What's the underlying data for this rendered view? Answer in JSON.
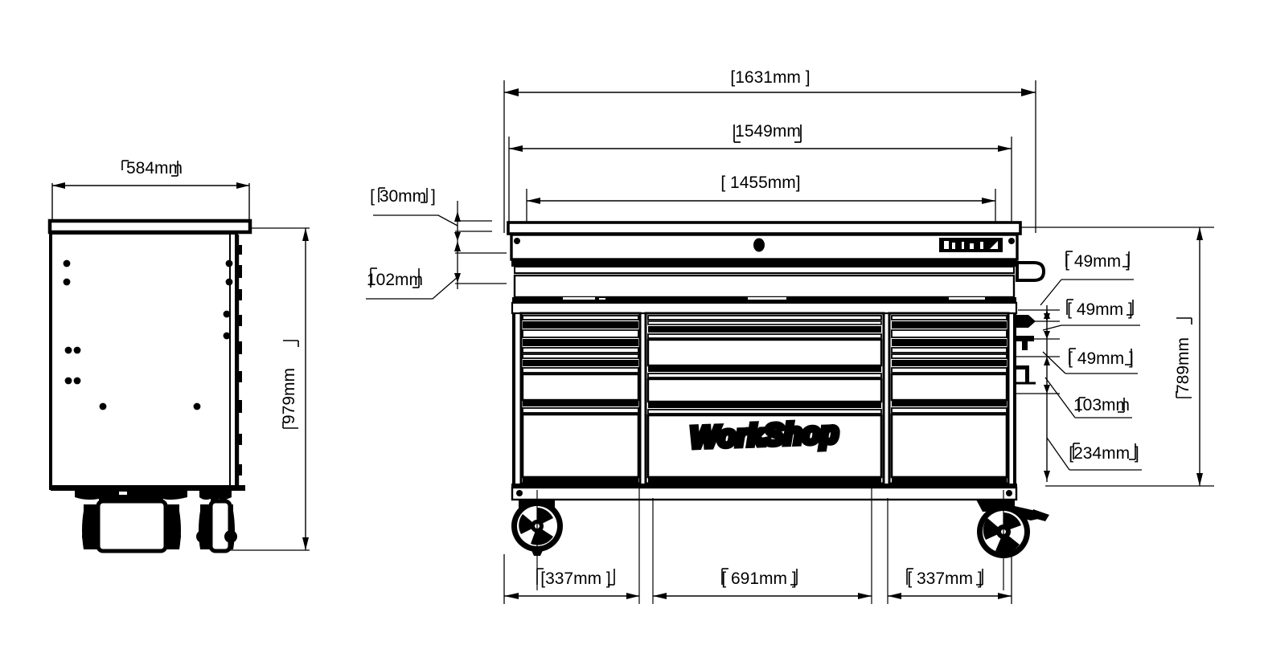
{
  "drawing": {
    "title": "Tool storage cabinet dimensioned drawing",
    "brand_logo": "WorkShop",
    "units": "mm",
    "line_color": "#000000",
    "background": "#ffffff"
  },
  "views": {
    "side": {
      "name": "side-elevation",
      "width_label": "584mm",
      "height_label": "979mm"
    },
    "front": {
      "name": "front-elevation",
      "overall_width_label": "1631mm",
      "body_width_label": "1549mm",
      "drawer_span_label": "1455mm",
      "cabinet_height_label": "789mm"
    }
  },
  "dimensions": {
    "top": [
      {
        "id": "overall-width",
        "label": "[1631mm  ]"
      },
      {
        "id": "body-width",
        "label": "1549mm"
      },
      {
        "id": "drawer-span",
        "label": "[ 1455mm]"
      }
    ],
    "left_callouts": [
      {
        "id": "worktop-thickness",
        "label": "[  30mm  ]"
      },
      {
        "id": "lid-height",
        "label": "102mm"
      }
    ],
    "right_callouts": [
      {
        "id": "drawer-height-1",
        "label": "[  49mm  ]"
      },
      {
        "id": "drawer-height-2",
        "label": "[  49mm ]"
      },
      {
        "id": "drawer-height-3",
        "label": "[  49mm ]"
      },
      {
        "id": "drawer-height-4",
        "label": "103mm"
      },
      {
        "id": "drawer-height-5",
        "label": "[234mm ]"
      }
    ],
    "right_overall": {
      "id": "cabinet-height",
      "label": "789mm"
    },
    "side_view": {
      "width": {
        "id": "side-width",
        "label": "584mm"
      },
      "height": {
        "id": "side-height",
        "label": "979mm"
      }
    },
    "bottom": [
      {
        "id": "left-bank-width",
        "label": "[337mm   ]"
      },
      {
        "id": "center-bank-width",
        "label": "[ 691mm  ]"
      },
      {
        "id": "right-bank-width",
        "label": "[ 337mm ]"
      }
    ]
  },
  "cabinet": {
    "worktop": "worktop-slab",
    "lid": {
      "knob": "lid-knob",
      "badge": "brand-badge"
    },
    "side_handle": "side-handle",
    "banks": [
      {
        "name": "left-drawer-bank",
        "drawers": 5
      },
      {
        "name": "center-drawer-bank",
        "drawers": 4
      },
      {
        "name": "right-drawer-bank",
        "drawers": 5
      }
    ],
    "casters": [
      {
        "name": "caster-front-left",
        "type": "rigid"
      },
      {
        "name": "caster-front-right",
        "type": "swivel-braked"
      }
    ]
  }
}
